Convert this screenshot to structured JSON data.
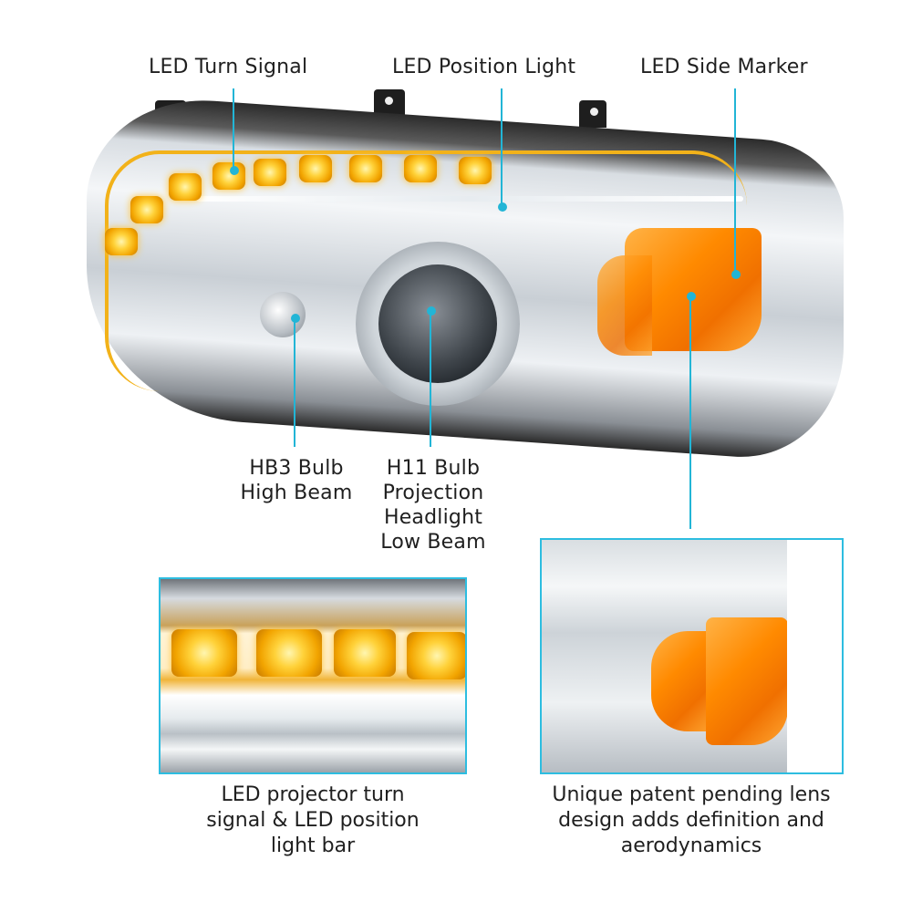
{
  "accent_color": "#22b5d6",
  "callouts": {
    "turn_signal": "LED Turn Signal",
    "position_light": "LED Position Light",
    "side_marker": "LED Side Marker",
    "hb3": [
      "HB3 Bulb",
      "High Beam"
    ],
    "h11": [
      "H11 Bulb",
      "Projection",
      "Headlight",
      "Low Beam"
    ]
  },
  "insets": [
    {
      "name": "turn-signal-closeup",
      "caption": [
        "LED projector turn",
        "signal & LED position",
        "light bar"
      ]
    },
    {
      "name": "side-marker-closeup",
      "caption": [
        "Unique patent pending lens",
        "design adds definition and",
        "aerodynamics"
      ]
    }
  ]
}
